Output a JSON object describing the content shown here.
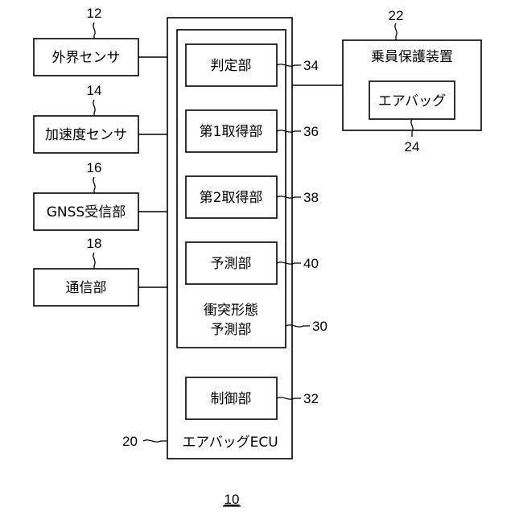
{
  "sensors": {
    "outside": {
      "label": "外界センサ",
      "ref": "12"
    },
    "accel": {
      "label": "加速度センサ",
      "ref": "14"
    },
    "gnss": {
      "label": "GNSS受信部",
      "ref": "16"
    },
    "comm": {
      "label": "通信部",
      "ref": "18"
    }
  },
  "ecu": {
    "label": "エアバッグECU",
    "ref": "20"
  },
  "predictor": {
    "label_line1": "衝突形態",
    "label_line2": "予測部",
    "ref": "30",
    "units": {
      "judge": {
        "label": "判定部",
        "ref": "34"
      },
      "acq1": {
        "label": "第1取得部",
        "ref": "36"
      },
      "acq2": {
        "label": "第2取得部",
        "ref": "38"
      },
      "predict": {
        "label": "予測部",
        "ref": "40"
      }
    }
  },
  "control": {
    "label": "制御部",
    "ref": "32"
  },
  "protection": {
    "label": "乗員保護装置",
    "ref": "22"
  },
  "airbag": {
    "label": "エアバッグ",
    "ref": "24"
  },
  "figure": {
    "number": "10"
  }
}
